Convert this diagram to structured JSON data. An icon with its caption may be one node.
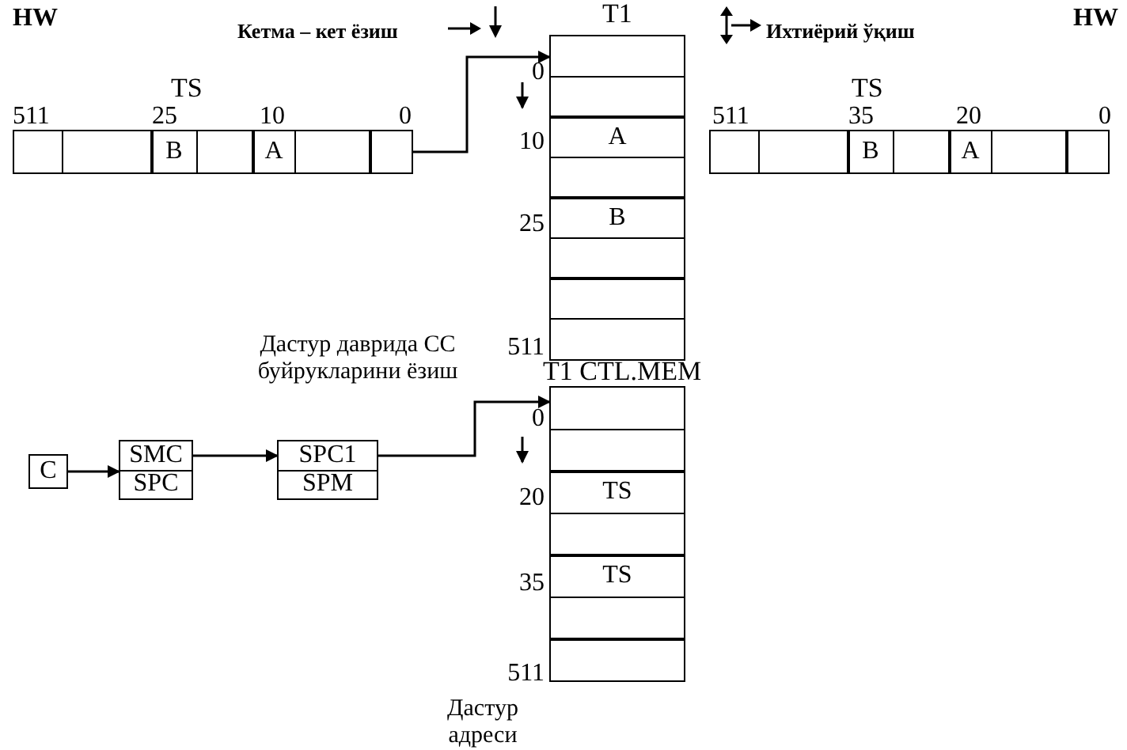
{
  "diagram": {
    "nodes": [
      {
        "text": [
          "TS"
        ]
      },
      {
        "text": [],
        "shape": "box",
        "in": 0
      },
      {
        "text": [],
        "shape": "box",
        "in": 0
      },
      {
        "text": [
          "B"
        ],
        "in": 0
      },
      {
        "text": [],
        "shape": "box",
        "in": 0
      },
      {
        "text": [
          "A"
        ],
        "in": 0
      },
      {
        "text": [],
        "shape": "box",
        "in": 0
      },
      {
        "text": [],
        "shape": "box",
        "in": 0
      },
      {
        "text": [
          "T1"
        ]
      },
      {
        "text": [],
        "shape": "box",
        "in": 8
      },
      {
        "text": [],
        "shape": "box",
        "in": 8
      },
      {
        "text": [
          "A"
        ],
        "in": 8
      },
      {
        "text": [],
        "shape": "box",
        "in": 8
      },
      {
        "text": [
          "B"
        ],
        "in": 8
      },
      {
        "text": [],
        "shape": "box",
        "in": 8
      },
      {
        "text": [],
        "shape": "box",
        "in": 8
      },
      {
        "text": [],
        "shape": "box",
        "in": 8
      },
      {
        "text": [
          "TS"
        ]
      },
      {
        "text": [],
        "shape": "box",
        "in": 17
      },
      {
        "text": [],
        "shape": "box",
        "in": 17
      },
      {
        "text": [
          "B"
        ],
        "in": 17
      },
      {
        "text": [],
        "shape": "box",
        "in": 17
      },
      {
        "text": [
          "A"
        ],
        "in": 17
      },
      {
        "text": [],
        "shape": "box",
        "in": 17
      },
      {
        "text": [],
        "shape": "box",
        "in": 17
      },
      {
        "text": [
          "T1 CTL.MEM"
        ]
      },
      {
        "text": [],
        "shape": "box",
        "in": 25
      },
      {
        "text": [],
        "shape": "box",
        "in": 25
      },
      {
        "text": [
          "TS"
        ],
        "in": 25
      },
      {
        "text": [],
        "shape": "box",
        "in": 25
      },
      {
        "text": [
          "TS"
        ],
        "in": 25
      },
      {
        "text": [],
        "shape": "box",
        "in": 25
      },
      {
        "text": [],
        "shape": "box",
        "in": 25
      },
      {
        "text": [
          "C"
        ]
      },
      {
        "text": [
          "SMC",
          "SPC"
        ]
      },
      {
        "text": [
          "SPC1",
          "SPM"
        ]
      }
    ],
    "edges": [
      {
        "from": 0,
        "to": 9,
        "arrow": "to"
      },
      {
        "from": 33,
        "to": 34,
        "arrow": "to"
      },
      {
        "from": 34,
        "to": 35,
        "arrow": "to"
      },
      {
        "from": 35,
        "to": 26,
        "arrow": "to"
      }
    ],
    "labels": [
      "HW",
      "HW",
      "511",
      "25",
      "10",
      "0",
      "511",
      "35",
      "20",
      "0",
      "0",
      "10",
      "25",
      "511",
      "Дастур даврида СС буйрукларини ёзиш",
      "0",
      "20",
      "35",
      "511",
      "Дастур адреси"
    ],
    "legend": [
      {
        "text": "Кетма – кет ёзиш"
      },
      {
        "text": "Ихтиёрий ўқиш"
      }
    ]
  }
}
